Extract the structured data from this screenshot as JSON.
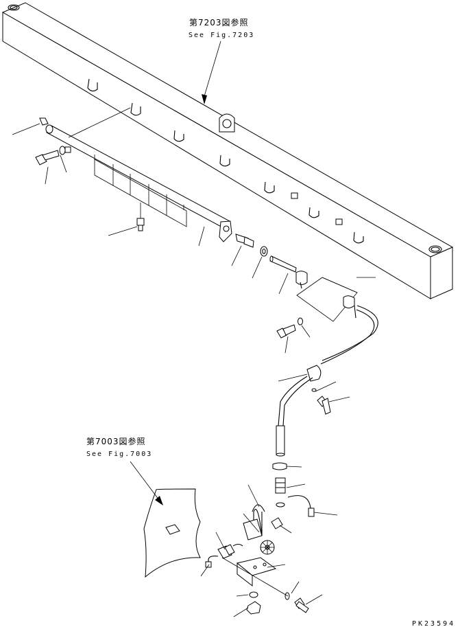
{
  "refs": {
    "top": {
      "jp": "第7203図参照",
      "en": "See Fig.7203"
    },
    "bottom": {
      "jp": "第7003図参照",
      "en": "See Fig.7003"
    }
  },
  "drawing_code": "PK23594"
}
